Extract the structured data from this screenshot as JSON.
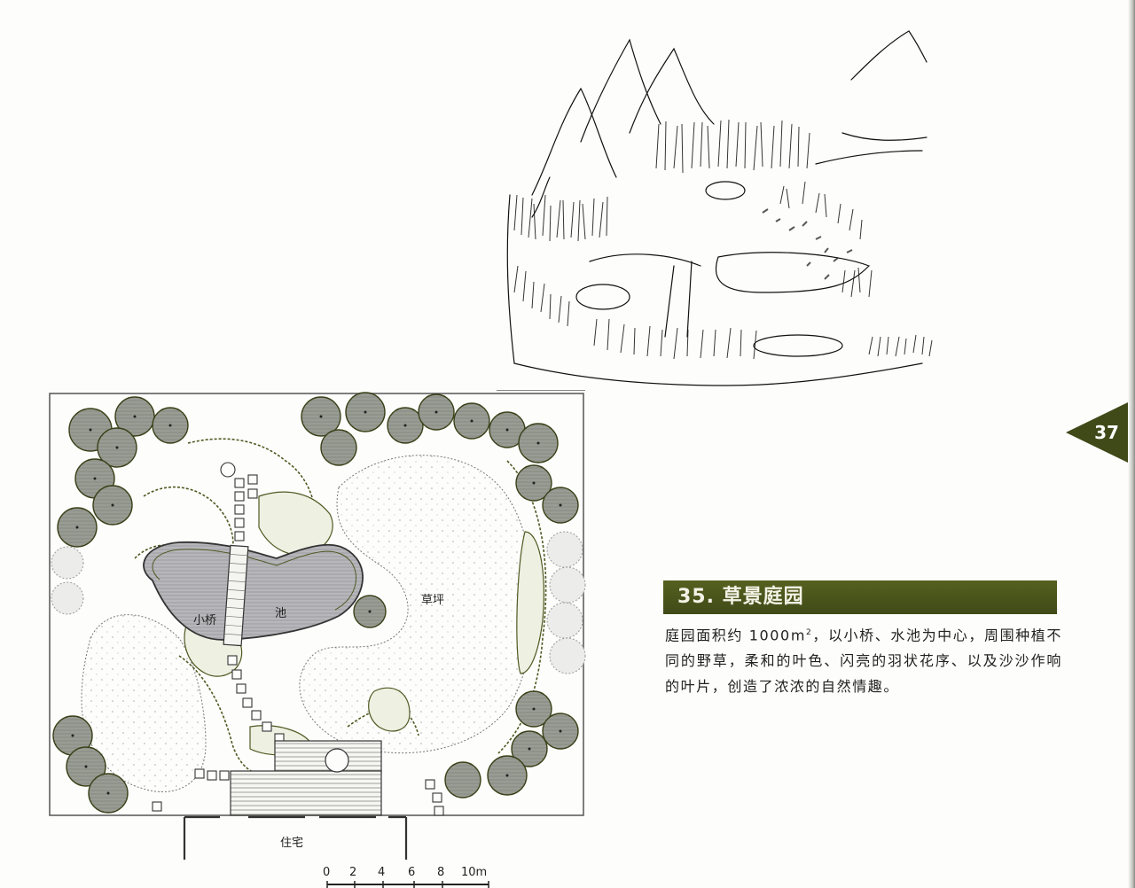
{
  "page": {
    "number": "37",
    "accent_color": "#4a5520"
  },
  "section": {
    "title": "35. 草景庭园",
    "description_part1": "庭园面积约 1000m",
    "description_sup": "2",
    "description_part2": "，以小桥、水池为中心，周围种植不同的野草，柔和的叶色、闪亮的羽状花序、以及沙沙作响的叶片，创造了浓浓的自然情趣。"
  },
  "plan": {
    "labels": {
      "bridge": "小桥",
      "pond": "池",
      "lawn": "草坪",
      "house": "住宅"
    },
    "scale_bar": {
      "ticks": [
        "0",
        "2",
        "4",
        "6",
        "8",
        "10m"
      ]
    },
    "colors": {
      "tree_fill": "#8f938a",
      "tree_dark": "#6f736b",
      "shrub_outline": "#4e5a22",
      "pond_fill": "#a9a9ae",
      "frame": "#555"
    }
  },
  "sketch": {
    "subject": "perspective-view-of-grass-garden-with-bridge-and-pond"
  }
}
